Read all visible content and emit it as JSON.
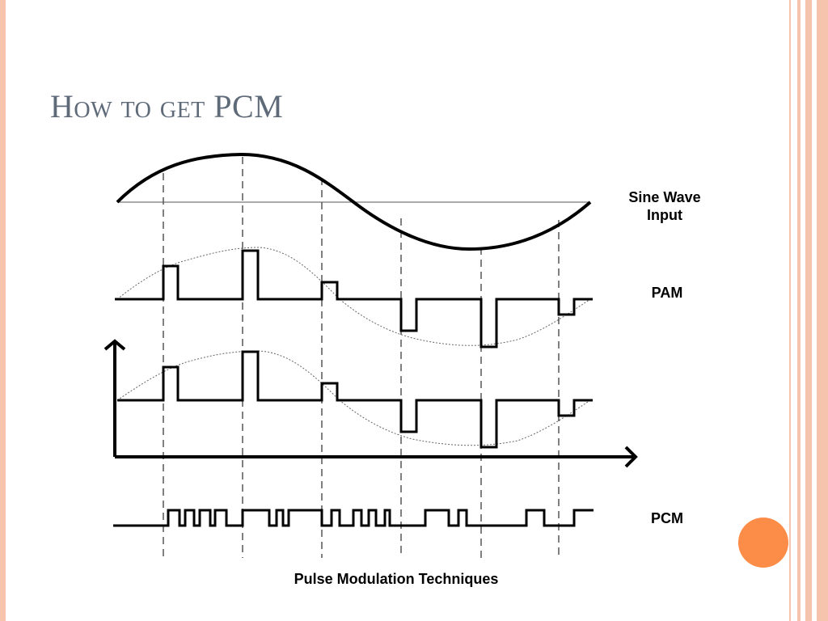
{
  "slide": {
    "title": "How to get PCM",
    "accent_color": "#fb8d48",
    "border_color": "#f6c3ad",
    "title_color": "#5e6a78"
  },
  "diagram": {
    "labels": {
      "sine_line1": "Sine Wave",
      "sine_line2": "Input",
      "pam": "PAM",
      "pcm": "PCM"
    },
    "caption": "Pulse Modulation Techniques"
  }
}
